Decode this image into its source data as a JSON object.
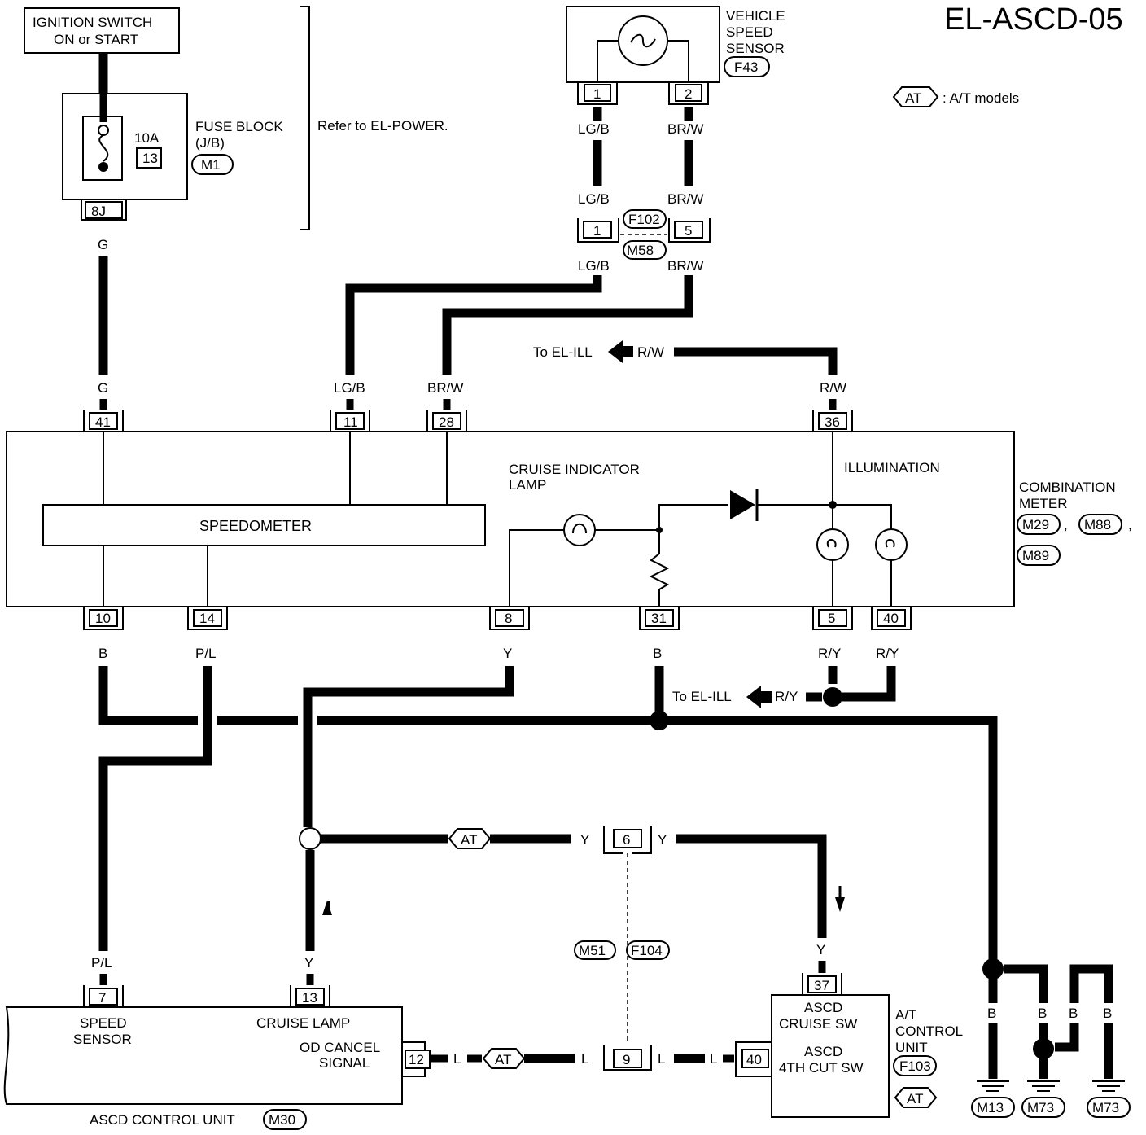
{
  "page_title": "EL-ASCD-05",
  "legend": {
    "tag": "AT",
    "text": ": A/T models"
  },
  "ignition": {
    "line1": "IGNITION SWITCH",
    "line2": "ON or START"
  },
  "fuse": {
    "amps": "10A",
    "num": "13",
    "label1": "FUSE BLOCK",
    "label2": "(J/B)",
    "conn": "M1",
    "terminal": "8J",
    "note": "Refer to EL-POWER."
  },
  "vss": {
    "line1": "VEHICLE",
    "line2": "SPEED",
    "line3": "SENSOR",
    "conn": "F43",
    "pin1": "1",
    "pin2": "2"
  },
  "joint1": {
    "pin_a": "1",
    "pin_b": "5",
    "conn_a": "F102",
    "conn_b": "M58"
  },
  "to_ill_top": {
    "text": "To EL-ILL",
    "wire": "R/W"
  },
  "to_ill_mid": {
    "text": "To EL-ILL",
    "wire": "R/Y"
  },
  "meter": {
    "title1": "COMBINATION",
    "title2": "METER",
    "conns": [
      "M29",
      "M88",
      "M89"
    ],
    "speedometer": "SPEEDOMETER",
    "cruise1": "CRUISE INDICATOR",
    "cruise2": "LAMP",
    "illumination": "ILLUMINATION",
    "pins_top": [
      "41",
      "11",
      "28",
      "36"
    ],
    "pins_bottom": [
      "10",
      "14",
      "8",
      "31",
      "5",
      "40"
    ]
  },
  "wires": {
    "g": "G",
    "lgb": "LG/B",
    "brw": "BR/W",
    "rw": "R/W",
    "b": "B",
    "pl": "P/L",
    "y": "Y",
    "ry": "R/Y",
    "l": "L"
  },
  "joint2": {
    "pin": "6",
    "pin_l": "9",
    "conn_a": "M51",
    "conn_b": "F104"
  },
  "ascd": {
    "pins": [
      "7",
      "13",
      "12"
    ],
    "speed1": "SPEED",
    "speed2": "SENSOR",
    "cruise": "CRUISE LAMP",
    "od1": "OD CANCEL",
    "od2": "SIGNAL",
    "name": "ASCD CONTROL  UNIT",
    "conn": "M30"
  },
  "atcu": {
    "pins": [
      "37",
      "40"
    ],
    "sw1a": "ASCD",
    "sw1b": "CRUISE SW",
    "sw2a": "ASCD",
    "sw2b": "4TH CUT SW",
    "name1": "A/T",
    "name2": "CONTROL",
    "name3": "UNIT",
    "conn": "F103"
  },
  "grounds": [
    "M13",
    "M73",
    "M73"
  ]
}
